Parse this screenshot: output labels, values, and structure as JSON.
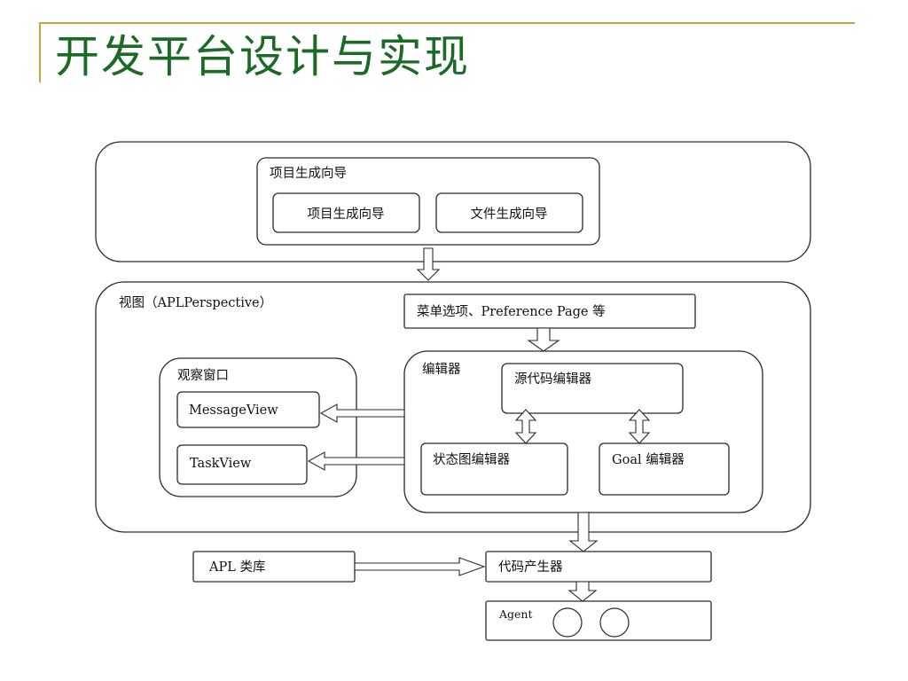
{
  "title": "开发平台设计与实现",
  "diagram": {
    "wizard_group": {
      "label": "项目生成向导",
      "project_wizard": "项目生成向导",
      "file_wizard": "文件生成向导"
    },
    "perspective": {
      "label": "视图（APLPerspective）",
      "menu_options": "菜单选项、Preference Page 等",
      "observation_window": {
        "label": "观察窗口",
        "message_view": "MessageView",
        "task_view": "TaskView"
      },
      "editor": {
        "label": "编辑器",
        "source_editor": "源代码编辑器",
        "state_diagram_editor": "状态图编辑器",
        "goal_editor": "Goal 编辑器"
      }
    },
    "apl_library": "APL 类库",
    "code_generator": "代码产生器",
    "agent": "Agent"
  }
}
